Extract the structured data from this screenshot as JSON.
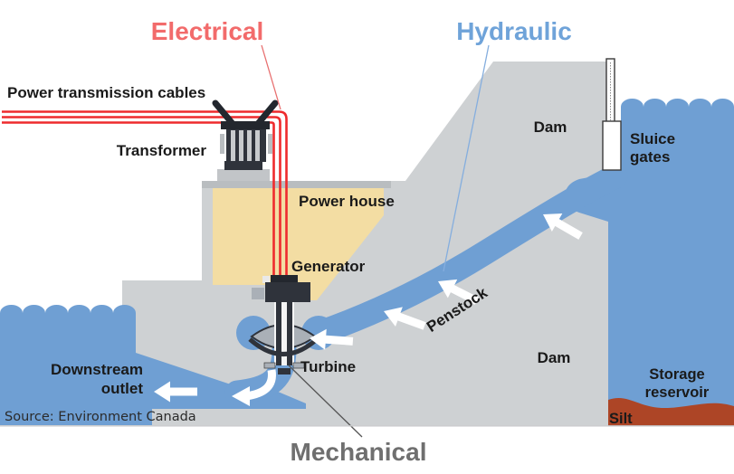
{
  "titles": {
    "electrical": "Electrical",
    "hydraulic": "Hydraulic",
    "mechanical": "Mechanical"
  },
  "labels": {
    "power_transmission_cables": "Power transmission cables",
    "transformer": "Transformer",
    "power_house": "Power house",
    "generator": "Generator",
    "dam_upper": "Dam",
    "dam_lower": "Dam",
    "sluice_gates_line1": "Sluice",
    "sluice_gates_line2": "gates",
    "penstock": "Penstock",
    "turbine": "Turbine",
    "downstream_line1": "Downstream",
    "downstream_line2": "outlet",
    "storage_line1": "Storage",
    "storage_line2": "reservoir",
    "silt": "Silt"
  },
  "source": "Source: Environment Canada",
  "colors": {
    "water": "#6f9fd3",
    "land": "#ced1d3",
    "land_dark": "#b9bdc0",
    "powerhouse": "#f3dda3",
    "silt": "#ad4526",
    "cable_red": "#ee2b2d",
    "electrical": "#f26b6b",
    "hydraulic": "#6fa3d9",
    "mechanical": "#6f6f6f",
    "dark": "#2f333b",
    "mid_gray": "#aab0b7",
    "label": "#1a1a1a",
    "arrow": "#ffffff"
  }
}
